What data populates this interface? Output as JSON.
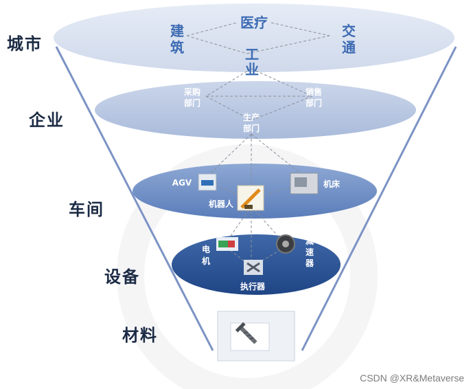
{
  "levels": {
    "city": "城市",
    "enterprise": "企业",
    "workshop": "车间",
    "equipment": "设备",
    "material": "材料"
  },
  "city": {
    "medical": "医疗",
    "construction": [
      "建",
      "筑"
    ],
    "transport": [
      "交",
      "通"
    ],
    "industry": [
      "工",
      "业"
    ]
  },
  "enterprise": {
    "purchasing": [
      "采购",
      "部门"
    ],
    "sales": [
      "销售",
      "部门"
    ],
    "production": [
      "生产",
      "部门"
    ]
  },
  "workshop": {
    "agv": "AGV",
    "robot": "机器人",
    "machine_tool": "机床"
  },
  "equipment": {
    "motor": [
      "电",
      "机"
    ],
    "reducer": [
      "减",
      "速",
      "器"
    ],
    "actuator": "执行器"
  },
  "watermark": "CSDN @XR&Metaverse",
  "colors": {
    "city_disc": "#dbe3f0",
    "enterprise_disc": "#b9c8e0",
    "workshop_disc": "#6f8fc4",
    "equipment_disc": "#2e5596",
    "cone_line": "#7c93c4",
    "label_blue": "#3d6bb3",
    "dark_text": "#1b2a44"
  }
}
